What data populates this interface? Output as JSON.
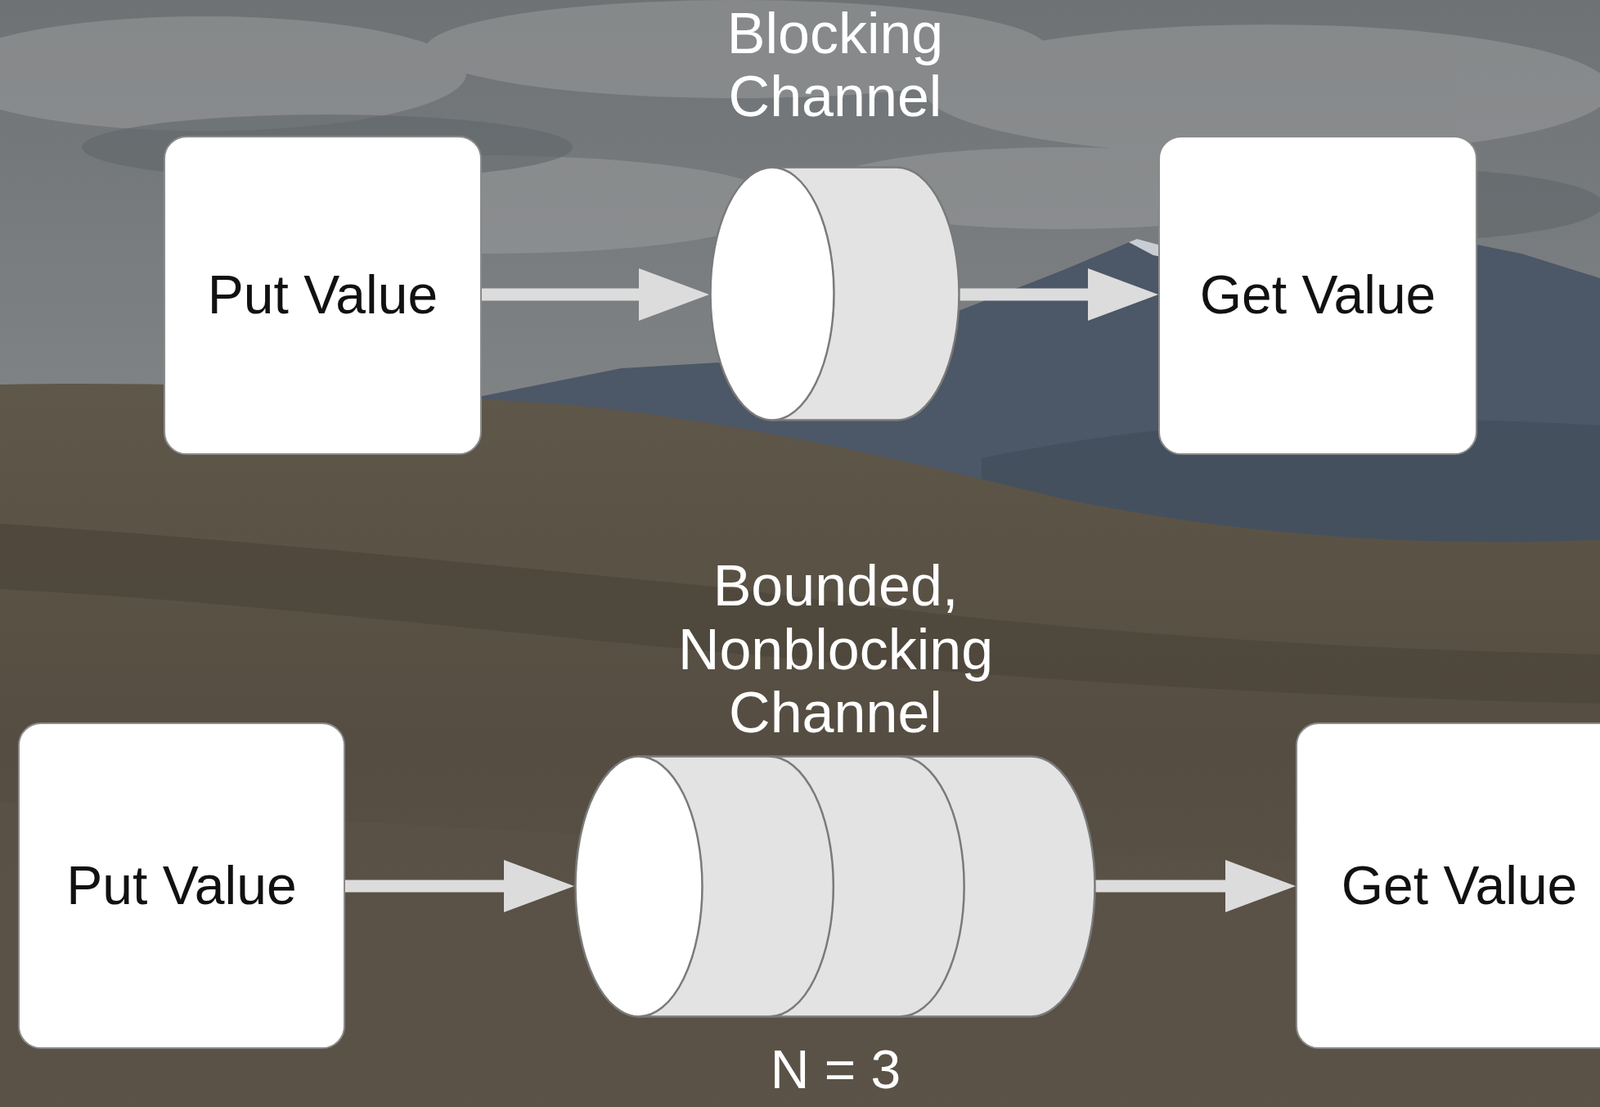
{
  "diagram": {
    "nodes": [
      {
        "text": [
          "Put Value"
        ]
      },
      {
        "text": [
          "Blocking Channel"
        ]
      },
      {
        "text": [
          "Get Value"
        ]
      },
      {
        "text": [
          "Put Value"
        ]
      },
      {
        "text": [
          "Bounded, Nonblocking Channel",
          "N = 3"
        ]
      },
      {
        "text": [
          "Get Value"
        ]
      }
    ],
    "edges": [
      {
        "from": 0,
        "to": 1,
        "arrow": "to"
      },
      {
        "from": 1,
        "to": 2,
        "arrow": "to"
      },
      {
        "from": 3,
        "to": 4,
        "arrow": "to"
      },
      {
        "from": 4,
        "to": 5,
        "arrow": "to"
      }
    ]
  }
}
